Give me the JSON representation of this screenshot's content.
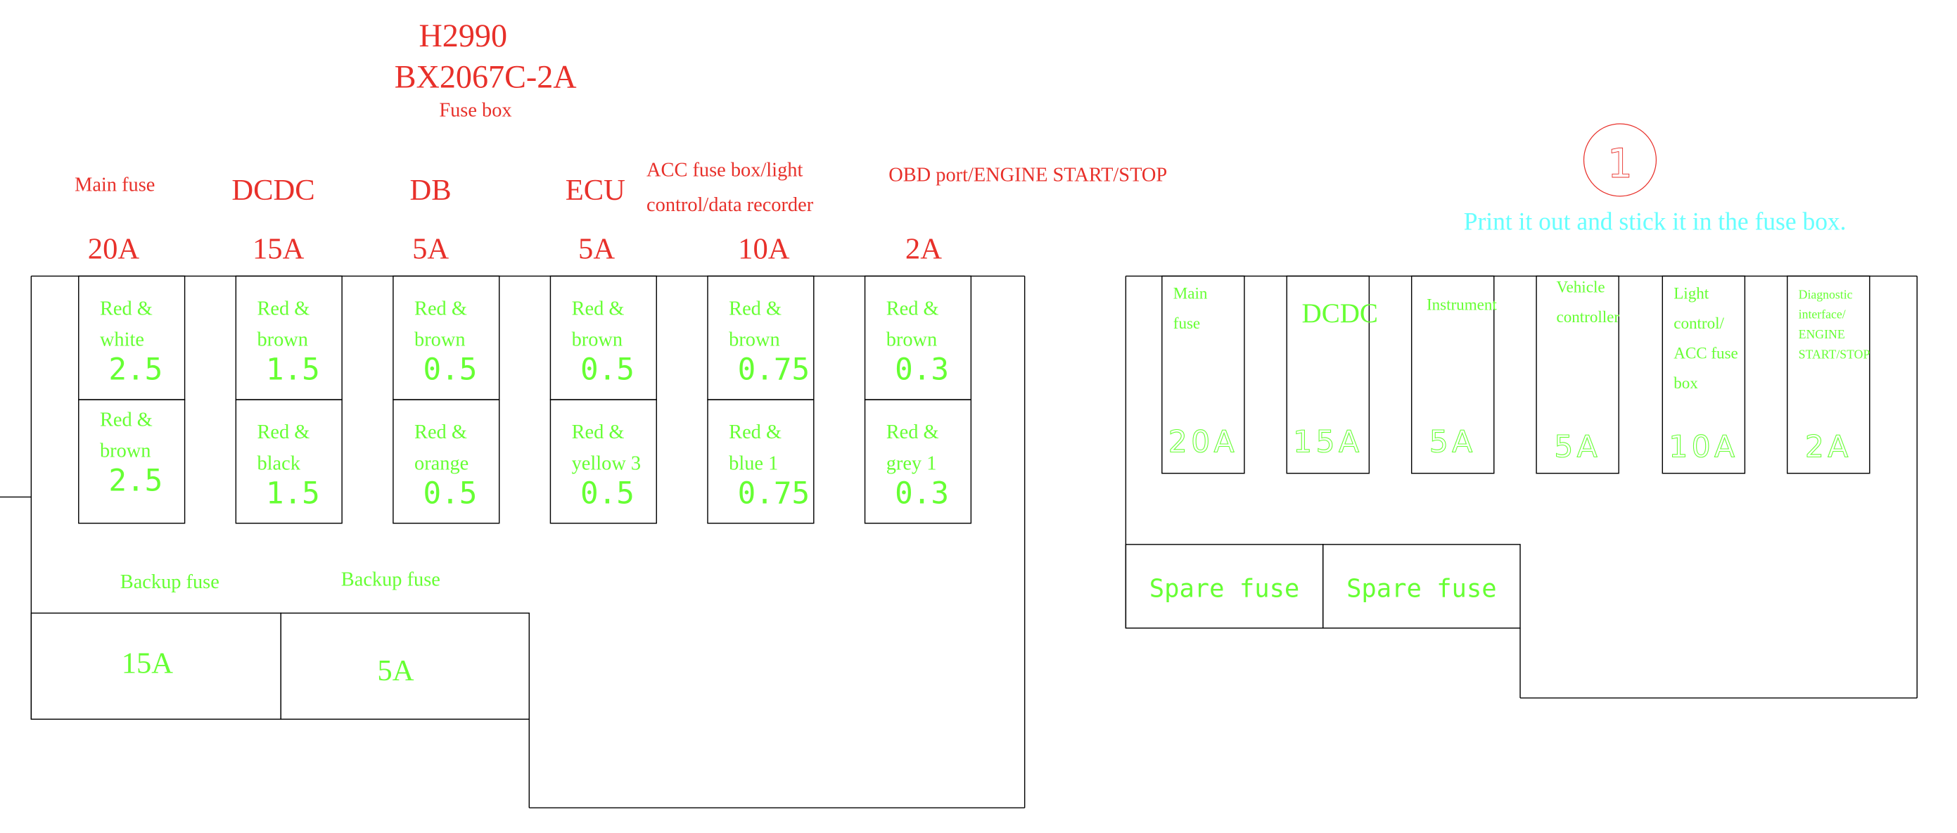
{
  "title": {
    "model": "H2990",
    "part": "BX2067C-2A",
    "subtitle": "Fuse box"
  },
  "colors": {
    "header": "#e8302a",
    "label": "#66ff33",
    "note": "#66ffff",
    "lines": "#000000"
  },
  "left_box": {
    "fuses": [
      {
        "name": "Main fuse",
        "rating": "20A",
        "top": {
          "wire": [
            "Red &",
            "white"
          ],
          "size": "2.5"
        },
        "bottom": {
          "wire": [
            "Red &",
            "brown"
          ],
          "size": "2.5"
        }
      },
      {
        "name": "DCDC",
        "rating": "15A",
        "top": {
          "wire": [
            "Red &",
            "brown"
          ],
          "size": "1.5"
        },
        "bottom": {
          "wire": [
            "Red &",
            "black"
          ],
          "size": "1.5"
        }
      },
      {
        "name": "DB",
        "rating": "5A",
        "top": {
          "wire": [
            "Red &",
            "brown"
          ],
          "size": "0.5"
        },
        "bottom": {
          "wire": [
            "Red &",
            "orange"
          ],
          "size": "0.5"
        }
      },
      {
        "name": "ECU",
        "rating": "5A",
        "top": {
          "wire": [
            "Red &",
            "brown"
          ],
          "size": "0.5"
        },
        "bottom": {
          "wire": [
            "Red &",
            "yellow 3"
          ],
          "size": "0.5"
        }
      },
      {
        "name": "ACC fuse box/light control/data recorder",
        "name_lines": [
          "ACC fuse box/light",
          "control/data recorder"
        ],
        "rating": "10A",
        "top": {
          "wire": [
            "Red &",
            "brown"
          ],
          "size": "0.75"
        },
        "bottom": {
          "wire": [
            "Red &",
            "blue 1"
          ],
          "size": "0.75"
        }
      },
      {
        "name": "OBD port/ENGINE START/STOP",
        "rating": "2A",
        "top": {
          "wire": [
            "Red &",
            "brown"
          ],
          "size": "0.3"
        },
        "bottom": {
          "wire": [
            "Red &",
            "grey 1"
          ],
          "size": "0.3"
        }
      }
    ],
    "backup": [
      {
        "label": "Backup fuse",
        "rating": "15A"
      },
      {
        "label": "Backup fuse",
        "rating": "5A"
      }
    ]
  },
  "right_box": {
    "marker": "1",
    "note": "Print it out and stick it in the fuse box.",
    "fuses": [
      {
        "lines": [
          "Main",
          "fuse"
        ],
        "rating": "20A"
      },
      {
        "lines": [
          "DCDC"
        ],
        "rating": "15A"
      },
      {
        "lines": [
          "Instrument"
        ],
        "rating": "5A"
      },
      {
        "lines": [
          "Vehicle",
          "controller"
        ],
        "rating": "5A"
      },
      {
        "lines": [
          "Light",
          "control/",
          "ACC fuse",
          "box"
        ],
        "rating": "10A"
      },
      {
        "lines": [
          "Diagnostic",
          "interface/",
          "ENGINE",
          "START/STOP"
        ],
        "rating": "2A"
      }
    ],
    "spare": [
      "Spare fuse",
      "Spare fuse"
    ]
  }
}
